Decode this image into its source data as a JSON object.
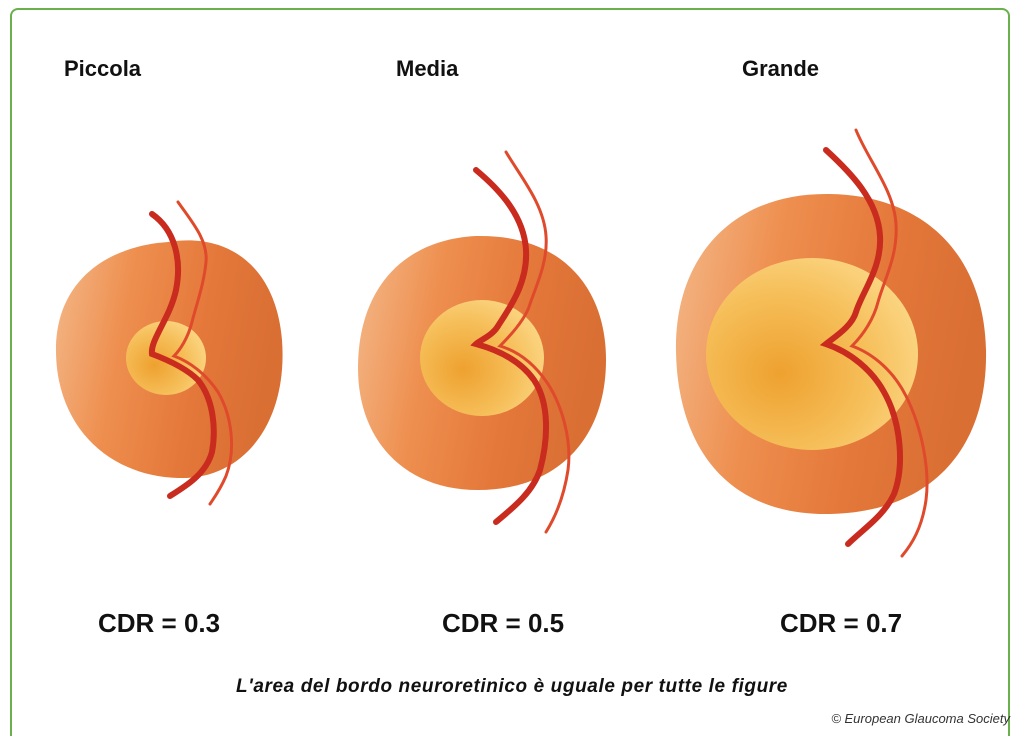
{
  "discs": [
    {
      "label": "Piccola",
      "cdr_text": "CDR = 0.3",
      "cdr": 0.3
    },
    {
      "label": "Media",
      "cdr_text": "CDR = 0.5",
      "cdr": 0.5
    },
    {
      "label": "Grande",
      "cdr_text": "CDR = 0.7",
      "cdr": 0.7
    }
  ],
  "caption": "L'area del bordo neuroretinico è uguale per tutte le figure",
  "copyright": "© European Glaucoma Society",
  "colors": {
    "frame": "#6ab04c",
    "rim_dark": "#e0752f",
    "rim_light": "#f2b383",
    "cup_dark": "#eda33c",
    "cup_light": "#fbd27a",
    "vessel_dark": "#c92b1e",
    "vessel_light": "#e04a2c"
  }
}
